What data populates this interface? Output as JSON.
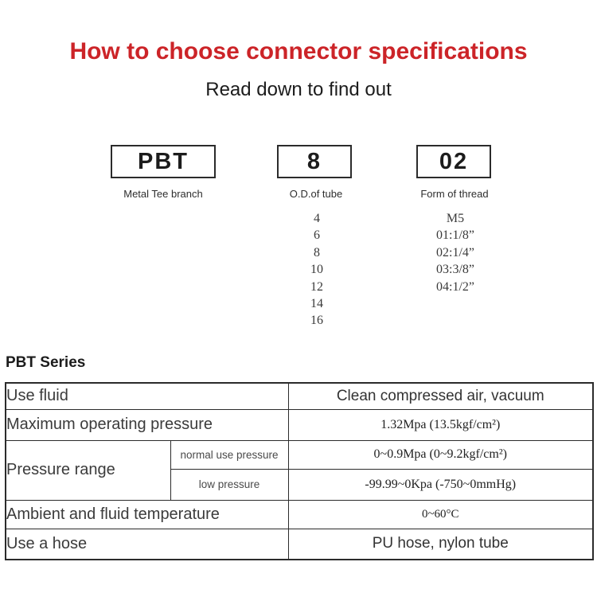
{
  "page": {
    "title": "How to choose connector specifications",
    "subtitle": "Read down to find out"
  },
  "colors": {
    "title_red": "#cc2428",
    "table_row_beige": "#f2ebdb",
    "border_dark": "#2b2b2b"
  },
  "code_boxes": [
    {
      "code": "PBT",
      "label": "Metal Tee branch"
    },
    {
      "code": "8",
      "label": "O.D.of tube"
    },
    {
      "code": "02",
      "label": "Form of thread"
    }
  ],
  "option_lists": {
    "tube_od": [
      "4",
      "6",
      "8",
      "10",
      "12",
      "14",
      "16"
    ],
    "thread": [
      "M5",
      "01:1/8”",
      "02:1/4”",
      "03:3/8”",
      "04:1/2”"
    ]
  },
  "series": {
    "heading": "PBT Series"
  },
  "spec_table": {
    "rows": [
      {
        "label": "Use fluid",
        "value": "Clean compressed air, vacuum"
      },
      {
        "label": "Maximum operating pressure",
        "value": "1.32Mpa (13.5kgf/cm²)"
      },
      {
        "label": "Pressure range",
        "sub_rows": [
          {
            "label": "normal use pressure",
            "value": "0~0.9Mpa (0~9.2kgf/cm²)"
          },
          {
            "label": "low pressure",
            "value": "-99.99~0Kpa (-750~0mmHg)"
          }
        ]
      },
      {
        "label": "Ambient and fluid temperature",
        "value": "0~60°C"
      },
      {
        "label": "Use a hose",
        "value": "PU hose, nylon tube"
      }
    ]
  }
}
